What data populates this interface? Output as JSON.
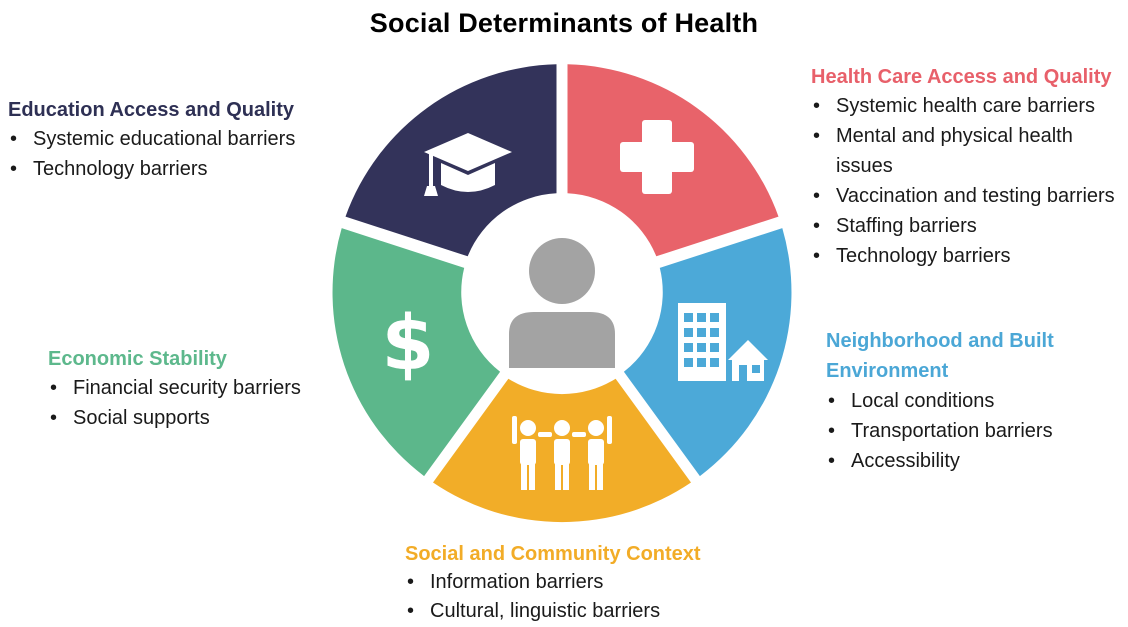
{
  "title": "Social Determinants of Health",
  "colors": {
    "education": "#33335a",
    "health_care": "#e8636a",
    "neighborhood": "#4ca9d8",
    "social_community": "#f2ad28",
    "economic": "#5cb78b",
    "center_icon": "#a3a3a3"
  },
  "segments": [
    {
      "key": "education",
      "icon": "graduation-cap-icon"
    },
    {
      "key": "health_care",
      "icon": "medical-cross-icon"
    },
    {
      "key": "neighborhood",
      "icon": "buildings-icon"
    },
    {
      "key": "social_community",
      "icon": "people-icon"
    },
    {
      "key": "economic",
      "icon": "dollar-sign-icon"
    }
  ],
  "center": {
    "icon": "person-icon"
  },
  "education": {
    "heading": "Education Access and Quality",
    "items": [
      "Systemic educational barriers",
      "Technology barriers"
    ]
  },
  "health_care": {
    "heading": "Health Care Access and Quality",
    "items": [
      "Systemic health care barriers",
      "Mental and physical health issues",
      "Vaccination and testing barriers",
      "Staffing barriers",
      "Technology barriers"
    ]
  },
  "economic": {
    "heading": "Economic Stability",
    "items": [
      "Financial security barriers",
      "Social supports"
    ]
  },
  "neighborhood": {
    "heading": "Neighborhood and Built Environment",
    "items": [
      "Local conditions",
      "Transportation barriers",
      "Accessibility"
    ]
  },
  "social_community": {
    "heading": "Social and Community Context",
    "items": [
      "Information barriers",
      "Cultural, linguistic barriers"
    ]
  }
}
